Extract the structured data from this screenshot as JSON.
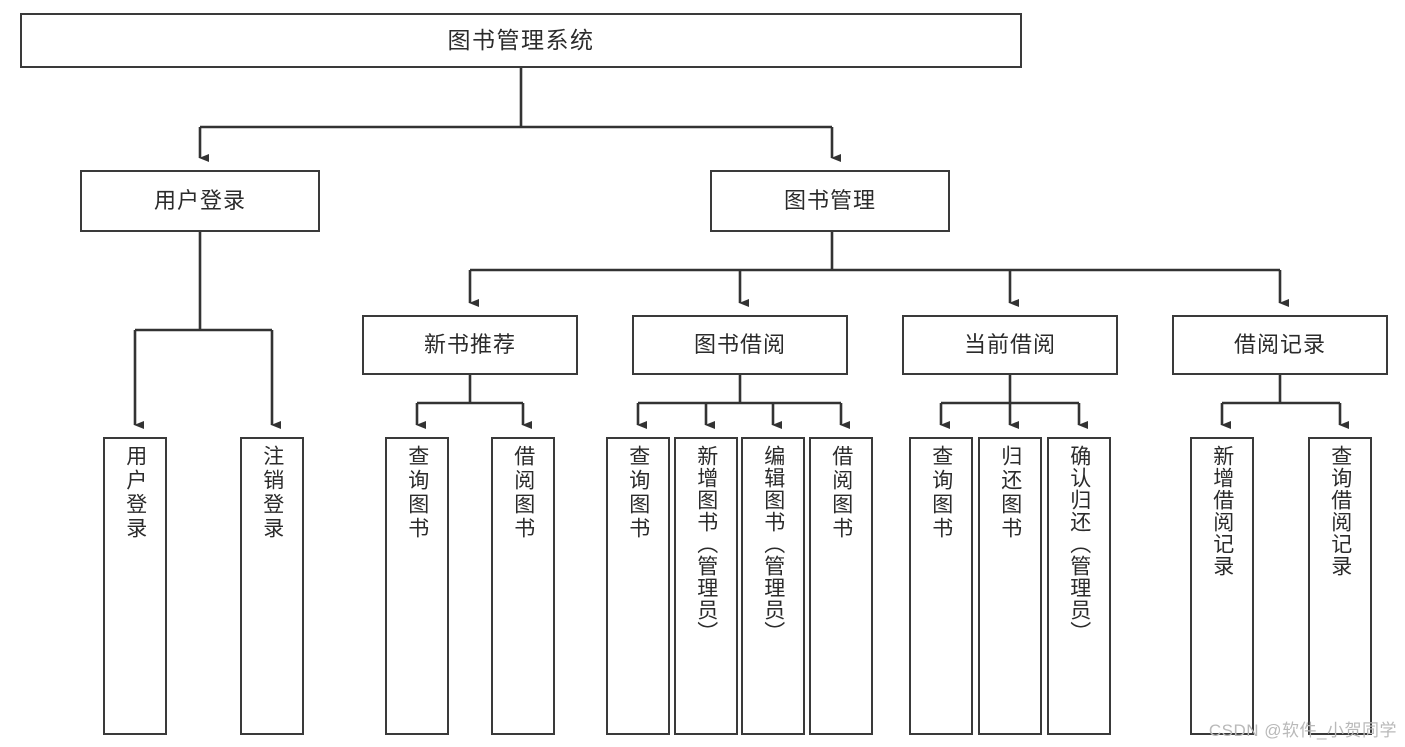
{
  "diagram": {
    "type": "tree-hierarchy",
    "title": "图书管理系统",
    "orientation": "top-down",
    "colors": {
      "box_border": "#3a3a3a",
      "box_fill": "#ffffff",
      "connector": "#333333",
      "text": "#2b2b2b",
      "watermark": "#b9b9b9",
      "background": "#ffffff"
    },
    "levels": [
      {
        "level": 1,
        "nodes": [
          {
            "id": "root",
            "label": "图书管理系统",
            "orientation": "horizontal"
          }
        ]
      },
      {
        "level": 2,
        "nodes": [
          {
            "id": "login",
            "label": "用户登录",
            "orientation": "horizontal",
            "parent": "root"
          },
          {
            "id": "bookmgmt",
            "label": "图书管理",
            "orientation": "horizontal",
            "parent": "root"
          }
        ]
      },
      {
        "level": 3,
        "nodes": [
          {
            "id": "newbook",
            "label": "新书推荐",
            "orientation": "horizontal",
            "parent": "bookmgmt"
          },
          {
            "id": "borrow",
            "label": "图书借阅",
            "orientation": "horizontal",
            "parent": "bookmgmt"
          },
          {
            "id": "current",
            "label": "当前借阅",
            "orientation": "horizontal",
            "parent": "bookmgmt"
          },
          {
            "id": "records",
            "label": "借阅记录",
            "orientation": "horizontal",
            "parent": "bookmgmt"
          }
        ]
      },
      {
        "level": 4,
        "nodes": [
          {
            "id": "leaf-user-login",
            "label": "用户登录",
            "orientation": "vertical",
            "parent": "login"
          },
          {
            "id": "leaf-user-logout",
            "label": "注销登录",
            "orientation": "vertical",
            "parent": "login"
          },
          {
            "id": "leaf-query-book-1",
            "label": "查询图书",
            "orientation": "vertical",
            "parent": "newbook"
          },
          {
            "id": "leaf-borrow-book-1",
            "label": "借阅图书",
            "orientation": "vertical",
            "parent": "newbook"
          },
          {
            "id": "leaf-query-book-2",
            "label": "查询图书",
            "orientation": "vertical",
            "parent": "borrow"
          },
          {
            "id": "leaf-add-book",
            "label": "新增图书（管理员）",
            "orientation": "vertical",
            "parent": "borrow"
          },
          {
            "id": "leaf-edit-book",
            "label": "编辑图书（管理员）",
            "orientation": "vertical",
            "parent": "borrow"
          },
          {
            "id": "leaf-borrow-book-2",
            "label": "借阅图书",
            "orientation": "vertical",
            "parent": "borrow"
          },
          {
            "id": "leaf-query-book-3",
            "label": "查询图书",
            "orientation": "vertical",
            "parent": "current"
          },
          {
            "id": "leaf-return-book",
            "label": "归还图书",
            "orientation": "vertical",
            "parent": "current"
          },
          {
            "id": "leaf-confirm-return",
            "label": "确认归还（管理员）",
            "orientation": "vertical",
            "parent": "current"
          },
          {
            "id": "leaf-add-record",
            "label": "新增借阅记录",
            "orientation": "vertical",
            "parent": "records"
          },
          {
            "id": "leaf-query-record",
            "label": "查询借阅记录",
            "orientation": "vertical",
            "parent": "records"
          }
        ]
      }
    ]
  },
  "watermark": {
    "text": "CSDN @软件_小贺同学"
  }
}
